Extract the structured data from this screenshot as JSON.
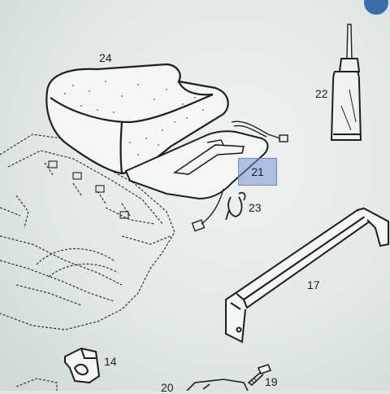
{
  "diagram": {
    "parts": [
      {
        "id": "p24",
        "label": "24"
      },
      {
        "id": "p22",
        "label": "22"
      },
      {
        "id": "p21",
        "label": "21"
      },
      {
        "id": "p23",
        "label": "23"
      },
      {
        "id": "p17",
        "label": "17"
      },
      {
        "id": "p14",
        "label": "14"
      },
      {
        "id": "p20",
        "label": "20"
      },
      {
        "id": "p19",
        "label": "19"
      }
    ],
    "highlight_color": "#7896d7",
    "line_color": "#1e1e1e"
  }
}
